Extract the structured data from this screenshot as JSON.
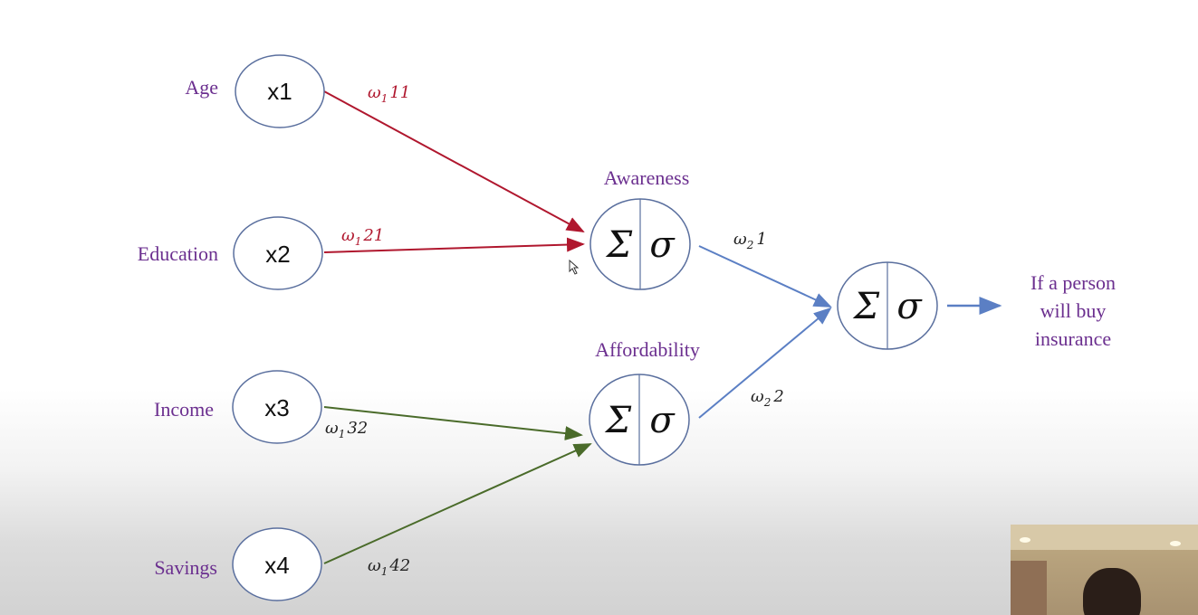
{
  "inputs": [
    {
      "feature": "Age",
      "node": "x1"
    },
    {
      "feature": "Education",
      "node": "x2"
    },
    {
      "feature": "Income",
      "node": "x3"
    },
    {
      "feature": "Savings",
      "node": "x4"
    }
  ],
  "hidden": [
    {
      "label": "Awareness",
      "sum": "Σ",
      "act": "σ"
    },
    {
      "label": "Affordability",
      "sum": "Σ",
      "act": "σ"
    }
  ],
  "output_node": {
    "sum": "Σ",
    "act": "σ"
  },
  "output_label": [
    "If a person",
    "will buy",
    "insurance"
  ],
  "weights": [
    {
      "base": "ω",
      "sub": "1",
      "rest": "11"
    },
    {
      "base": "ω",
      "sub": "1",
      "rest": "21"
    },
    {
      "base": "ω",
      "sub": "1",
      "rest": "32"
    },
    {
      "base": "ω",
      "sub": "1",
      "rest": "42"
    },
    {
      "base": "ω",
      "sub": "2",
      "rest": "1"
    },
    {
      "base": "ω",
      "sub": "2",
      "rest": "2"
    }
  ],
  "colors": {
    "to_awareness": "#b0172e",
    "to_affordability": "#4a6b2a",
    "to_output": "#5b7fc4",
    "label_purple": "#6b2f8f"
  }
}
